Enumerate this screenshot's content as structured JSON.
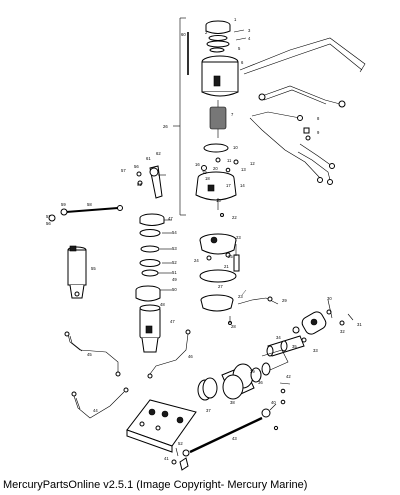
{
  "footer": {
    "caption": "MercuryPartsOnline v2.5.1 (Image Copyright- Mercury Marine)"
  },
  "callouts": {
    "c1": "1",
    "c2": "2",
    "c3": "3",
    "c4": "4",
    "c5": "5",
    "c6": "6",
    "c7": "7",
    "c9": "9",
    "c10": "10",
    "c11": "11",
    "c12": "12",
    "c13": "13",
    "c14": "14",
    "c15": "15",
    "c16": "16",
    "c17": "17",
    "c18": "18",
    "c19": "19",
    "c20": "20",
    "c21": "21",
    "c22": "22",
    "c23": "23",
    "c24": "24",
    "c25": "25",
    "c26": "26",
    "c27": "27",
    "c28": "28",
    "c29": "29",
    "c30": "30",
    "c31": "31",
    "c32": "32",
    "c33": "33",
    "c34": "34",
    "c35": "35",
    "c36": "36",
    "c37": "37",
    "c38": "38",
    "c39": "39",
    "c40": "40",
    "c41": "41",
    "c42": "42",
    "c43": "43",
    "c44": "44",
    "c45": "45",
    "c46": "46",
    "c47": "47",
    "c48": "48",
    "c49": "49",
    "c50": "50",
    "c51": "51",
    "c52": "52",
    "c53": "53",
    "c54": "54",
    "c55": "55",
    "c56": "56",
    "c57": "57",
    "c60": "60",
    "c61": "61",
    "c62": "62",
    "c63": "63"
  }
}
